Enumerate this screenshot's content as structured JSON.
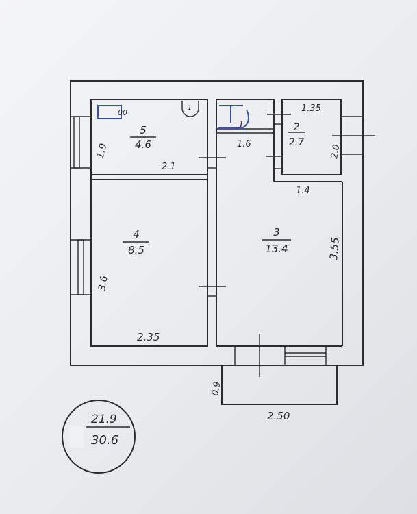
{
  "rooms": [
    {
      "number": "5",
      "area": "4.6"
    },
    {
      "number": "4",
      "area": "8.5"
    },
    {
      "number": "3",
      "area": "13.4"
    },
    {
      "number": "2",
      "area": "2.7"
    }
  ],
  "dimensions": {
    "room5_height": "1.9",
    "room5_width": "2.1",
    "corridor_width": "1.6",
    "room2_width_top": "1.35",
    "room2_height": "2.0",
    "room2_width_bottom": "1.4",
    "room3_height": "3.55",
    "room4_height": "3.6",
    "room4_width": "2.35",
    "balcony_depth": "0.9",
    "balcony_width": "2.50"
  },
  "fixtures": {
    "stove_label": "00",
    "toilet_label": "1",
    "bath_label": "1"
  },
  "totals": {
    "living_area": "21.9",
    "total_area": "30.6"
  }
}
